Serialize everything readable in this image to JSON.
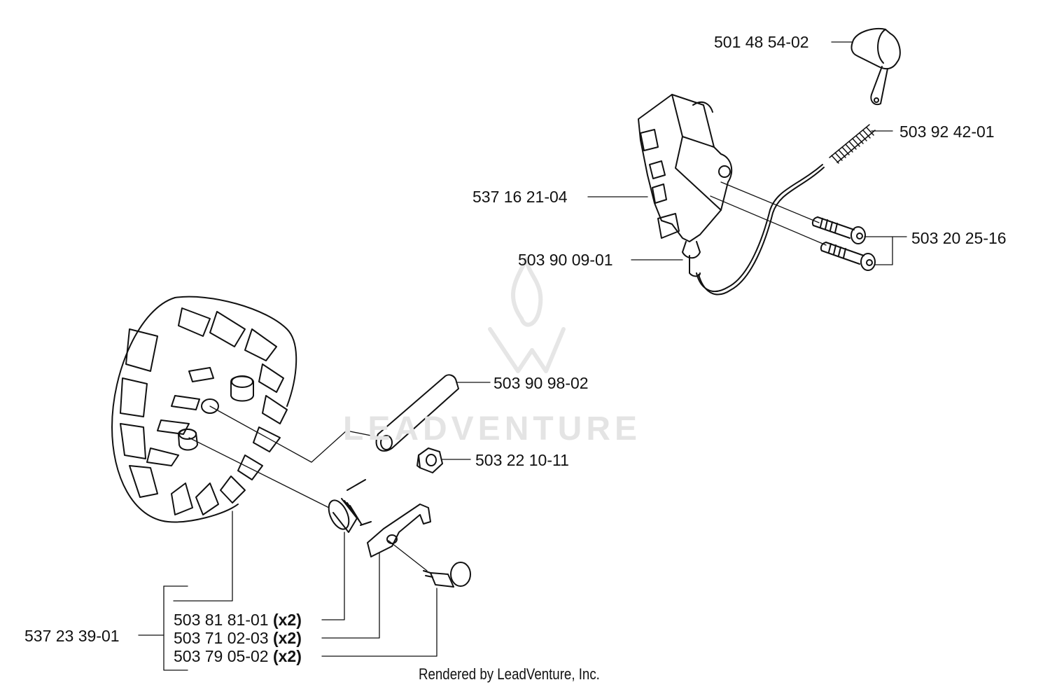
{
  "watermark": {
    "brand": "LEADVENTURE"
  },
  "footer": {
    "rendered_by": "Rendered by LeadVenture, Inc."
  },
  "parts": [
    {
      "number": "501 48 54-02",
      "qty": ""
    },
    {
      "number": "503 92 42-01",
      "qty": ""
    },
    {
      "number": "537 16 21-04",
      "qty": ""
    },
    {
      "number": "503 20 25-16",
      "qty": ""
    },
    {
      "number": "503 90 09-01",
      "qty": ""
    },
    {
      "number": "503 90 98-02",
      "qty": ""
    },
    {
      "number": "503 22 10-11",
      "qty": ""
    },
    {
      "number": "537 23 39-01",
      "qty": ""
    },
    {
      "number": "503 81 81-01",
      "qty": "(x2)"
    },
    {
      "number": "503 71 02-03",
      "qty": "(x2)"
    },
    {
      "number": "503 79 05-02",
      "qty": "(x2)"
    }
  ]
}
